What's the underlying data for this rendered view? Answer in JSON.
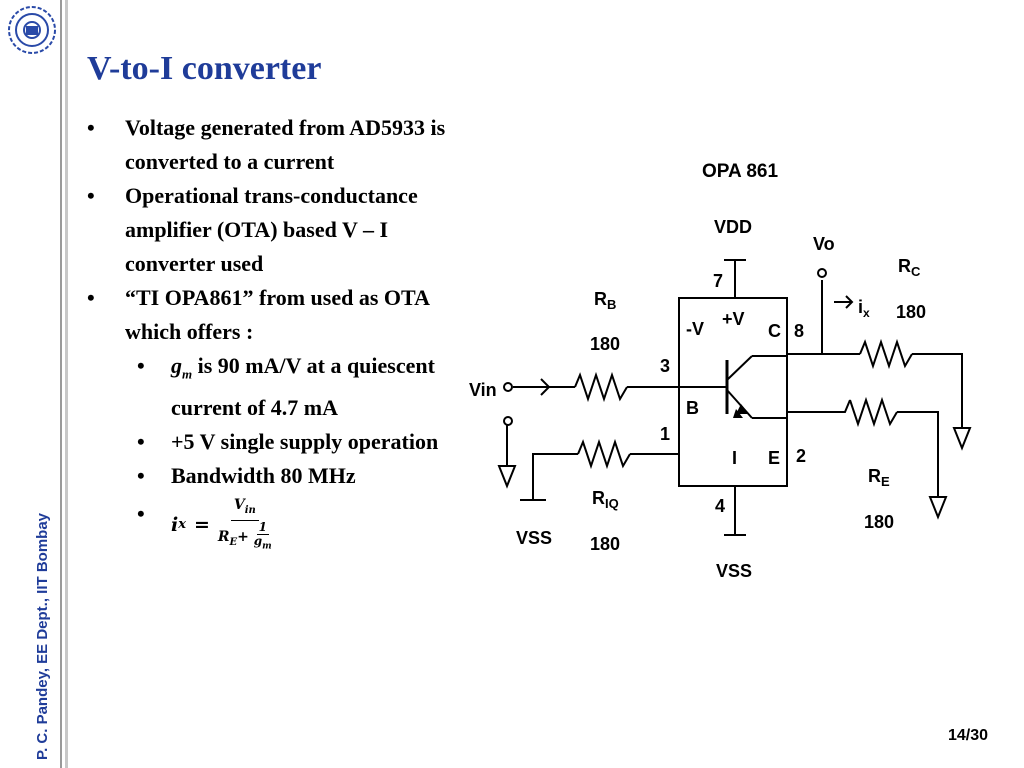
{
  "sidebar": {
    "vertical_text": "P. C. Pandey, EE Dept., IIT Bombay"
  },
  "slide": {
    "title": "V-to-I converter",
    "page_number": "14/30",
    "bullets": [
      "Voltage generated from AD5933 is converted to a current",
      "Operational trans-conductance amplifier (OTA) based V – I converter used",
      "“TI OPA861” from used as OTA which offers :"
    ],
    "sub_bullets": {
      "gm_symbol": "g",
      "gm_sub": "m",
      "gm_text": " is 90 mA/V at a quiescent current of 4.7 mA",
      "supply": "+5 V single supply operation",
      "bandwidth": "Bandwidth 80 MHz"
    },
    "formula": {
      "lhs": "i",
      "lhs_sub": "x",
      "eq": "=",
      "num": "V",
      "num_sub": "in",
      "den_a": "R",
      "den_a_sub": "E",
      "plus": "+",
      "den_b_num": "1",
      "den_b_den": "g",
      "den_b_den_sub": "m"
    }
  },
  "circuit": {
    "chip": "OPA 861",
    "vdd": "VDD",
    "vss_top": "VSS",
    "vss_left": "VSS",
    "pin7": "7",
    "pin8": "8",
    "pin3": "3",
    "pin1": "1",
    "pin2": "2",
    "pin4": "4",
    "plusv": "+V",
    "minusv": "-V",
    "c": "C",
    "b": "B",
    "e": "E",
    "i": "I",
    "vin": "Vin",
    "vo": "Vo",
    "ix": "i",
    "ix_sub": "x",
    "rb": "R",
    "rb_sub": "B",
    "rb_val": "180",
    "riq": "R",
    "riq_sub": "IQ",
    "riq_val": "180",
    "rc": "R",
    "rc_sub": "C",
    "rc_val": "180",
    "re": "R",
    "re_sub": "E",
    "re_val": "180"
  }
}
